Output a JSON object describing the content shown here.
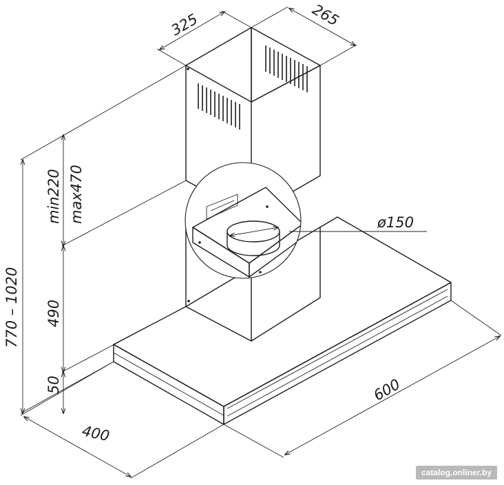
{
  "dimensions": {
    "chimney_width": "325",
    "chimney_depth": "265",
    "outlet_diameter": "ø150",
    "chimney_min": "min220",
    "chimney_max": "max470",
    "total_height": "770 – 1020",
    "body_height": "490",
    "canopy_height": "50",
    "hood_depth": "400",
    "hood_width": "600"
  },
  "watermark": "catalog.onliner.by",
  "colors": {
    "line": "#1a1a1a",
    "background": "#ffffff",
    "watermark_bg": "#b9b9b9"
  }
}
